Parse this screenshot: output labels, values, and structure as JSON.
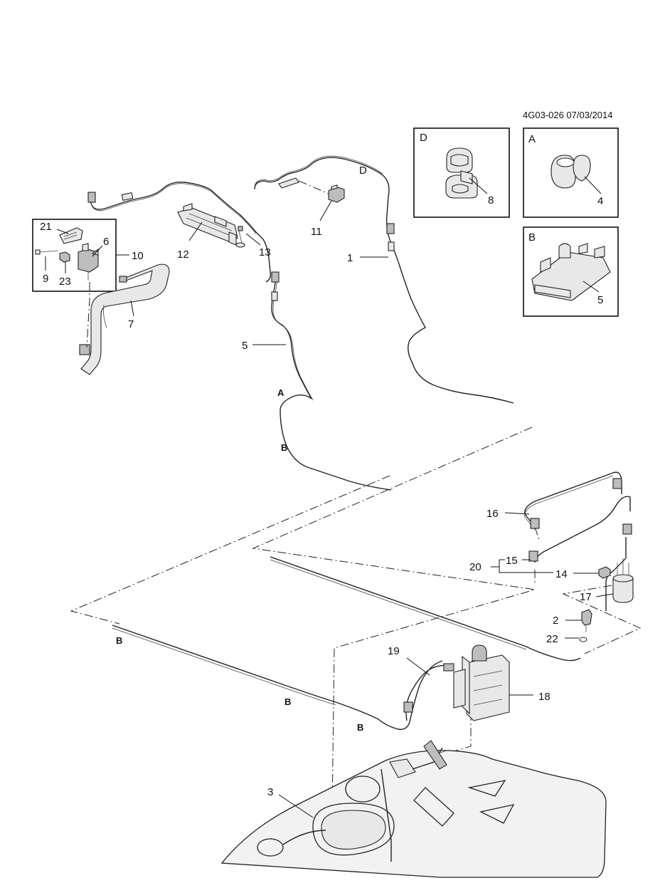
{
  "header": {
    "code": "4G03-026 07/03/2014"
  },
  "details": {
    "D": {
      "letter": "D",
      "part": "8"
    },
    "A": {
      "letter": "A",
      "part": "4"
    },
    "B": {
      "letter": "B",
      "part": "5"
    }
  },
  "kit": {
    "ref": "10",
    "parts": {
      "p21": "21",
      "p6": "6",
      "p9": "9",
      "p23": "23"
    }
  },
  "callouts": {
    "p1": "1",
    "p2": "2",
    "p3": "3",
    "p5": "5",
    "p7": "7",
    "p11": "11",
    "p12": "12",
    "p13": "13",
    "p14": "14",
    "p15": "15",
    "p16": "16",
    "p17": "17",
    "p18": "18",
    "p19": "19",
    "p20": "20",
    "p22": "22"
  },
  "markers": {
    "d_top": "D",
    "a_mid": "A",
    "b_mid": "B",
    "b_left": "B",
    "b_center": "B",
    "b_low": "B"
  }
}
